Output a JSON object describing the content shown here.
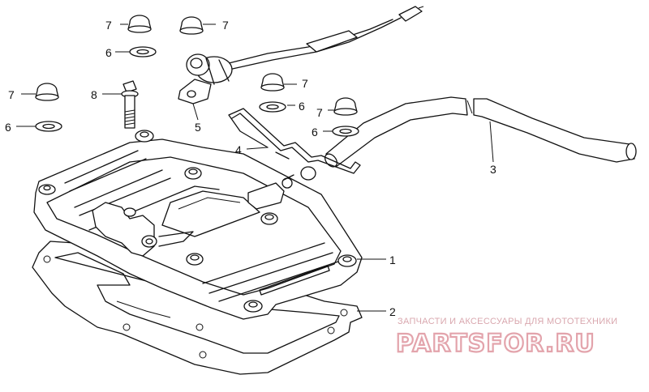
{
  "callouts": {
    "c7a": "7",
    "c7b": "7",
    "c6a": "6",
    "c7c": "7",
    "c8": "8",
    "c6b": "6",
    "c5": "5",
    "c7d": "7",
    "c6c": "6",
    "c7e": "7",
    "c6d": "6",
    "c4": "4",
    "c3": "3",
    "c1": "1",
    "c2": "2"
  },
  "watermark": {
    "caption": "ЗАПЧАСТИ И АКСЕССУАРЫ ДЛЯ МОТОТЕХНИКИ",
    "brand": "PARTSFOR.RU"
  }
}
